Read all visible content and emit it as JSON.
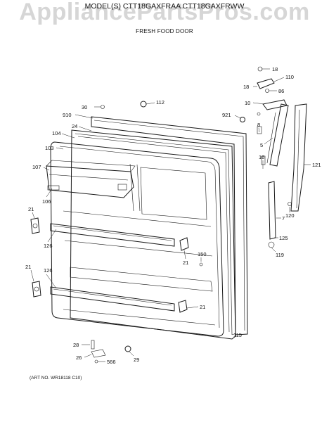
{
  "watermark": "AppliancePartsPros.com",
  "header": {
    "model_line": "MODEL(S) CTT18GAXFRAA CTT18GAXFRWW",
    "section": "FRESH FOOD DOOR"
  },
  "footer": {
    "art_no": "(ART NO. WR18118 C10)"
  },
  "callouts": {
    "c18a": "18",
    "c110": "110",
    "c18b": "18",
    "c86": "86",
    "c10": "10",
    "c112": "112",
    "c30": "30",
    "c910": "910",
    "c921": "921",
    "c8": "8",
    "c24": "24",
    "c104": "104",
    "c5": "5",
    "c103": "103",
    "c16": "16",
    "c121": "121",
    "c107": "107",
    "c106": "106",
    "c120": "120",
    "c21a": "21",
    "c7": "7",
    "c126a": "126",
    "c125": "125",
    "c150": "150",
    "c21b": "21",
    "c119": "119",
    "c21c": "21",
    "c126b": "126",
    "c21d": "21",
    "c115": "115",
    "c28": "28",
    "c26": "26",
    "c566": "566",
    "c29": "29"
  }
}
